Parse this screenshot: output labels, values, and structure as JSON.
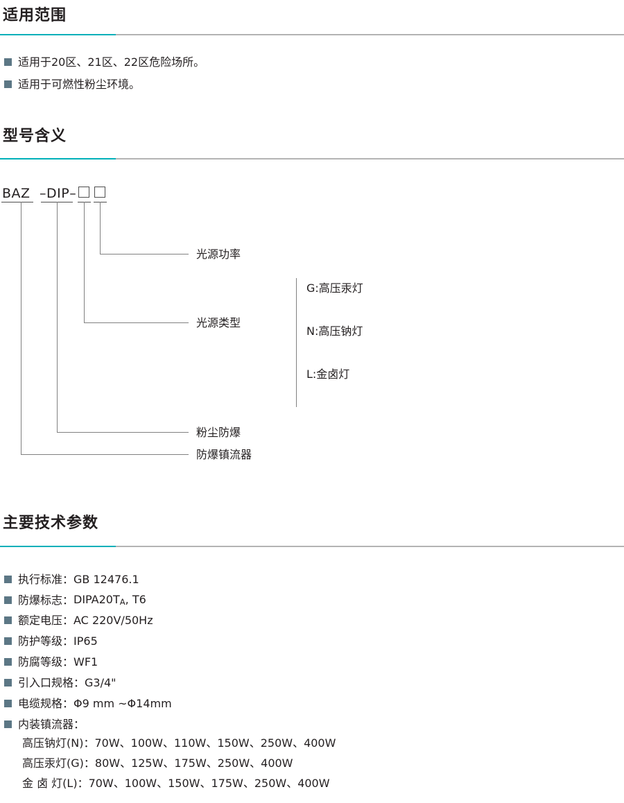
{
  "sections": {
    "scope": {
      "title": "适用范围",
      "bullets": [
        "适用于20区、21区、22区危险场所。",
        "适用于可燃性粉尘环境。"
      ]
    },
    "model": {
      "title": "型号含义",
      "code": {
        "part1": "BAZ",
        "part2": "–DIP–",
        "box1": "",
        "box2": ""
      },
      "leaders": [
        {
          "label": "光源功率"
        },
        {
          "label": "光源类型"
        },
        {
          "label": "粉尘防爆"
        },
        {
          "label": "防爆镇流器"
        }
      ],
      "options": [
        "G:高压汞灯",
        "N:高压钠灯",
        "L:金卤灯"
      ]
    },
    "specs": {
      "title": "主要技术参数",
      "items": [
        {
          "label": "执行标准：",
          "value": "GB 12476.1"
        },
        {
          "label": "防爆标志：",
          "value_pre": "DIPA20T",
          "value_sub": "A",
          "value_post": ", T6"
        },
        {
          "label": "额定电压：",
          "value": "AC 220V/50Hz"
        },
        {
          "label": "防护等级：",
          "value": "IP65"
        },
        {
          "label": "防腐等级：",
          "value": "WF1"
        },
        {
          "label": "引入口规格：",
          "value": "G3/4\""
        },
        {
          "label": "电缆规格：",
          "value": "Φ9 mm ~Φ14mm"
        },
        {
          "label": "内装镇流器：",
          "value": ""
        }
      ],
      "ballast_lines": [
        "高压钠灯(N)：70W、100W、110W、150W、250W、400W",
        "高压汞灯(G)：80W、125W、175W、250W、400W",
        "金 卤 灯(L)：70W、100W、150W、175W、250W、400W"
      ]
    }
  },
  "colors": {
    "accent": "#00b0b9",
    "rule": "#b3b3b3",
    "bullet": "#5c7785",
    "text": "#231f20",
    "line": "#808080"
  }
}
